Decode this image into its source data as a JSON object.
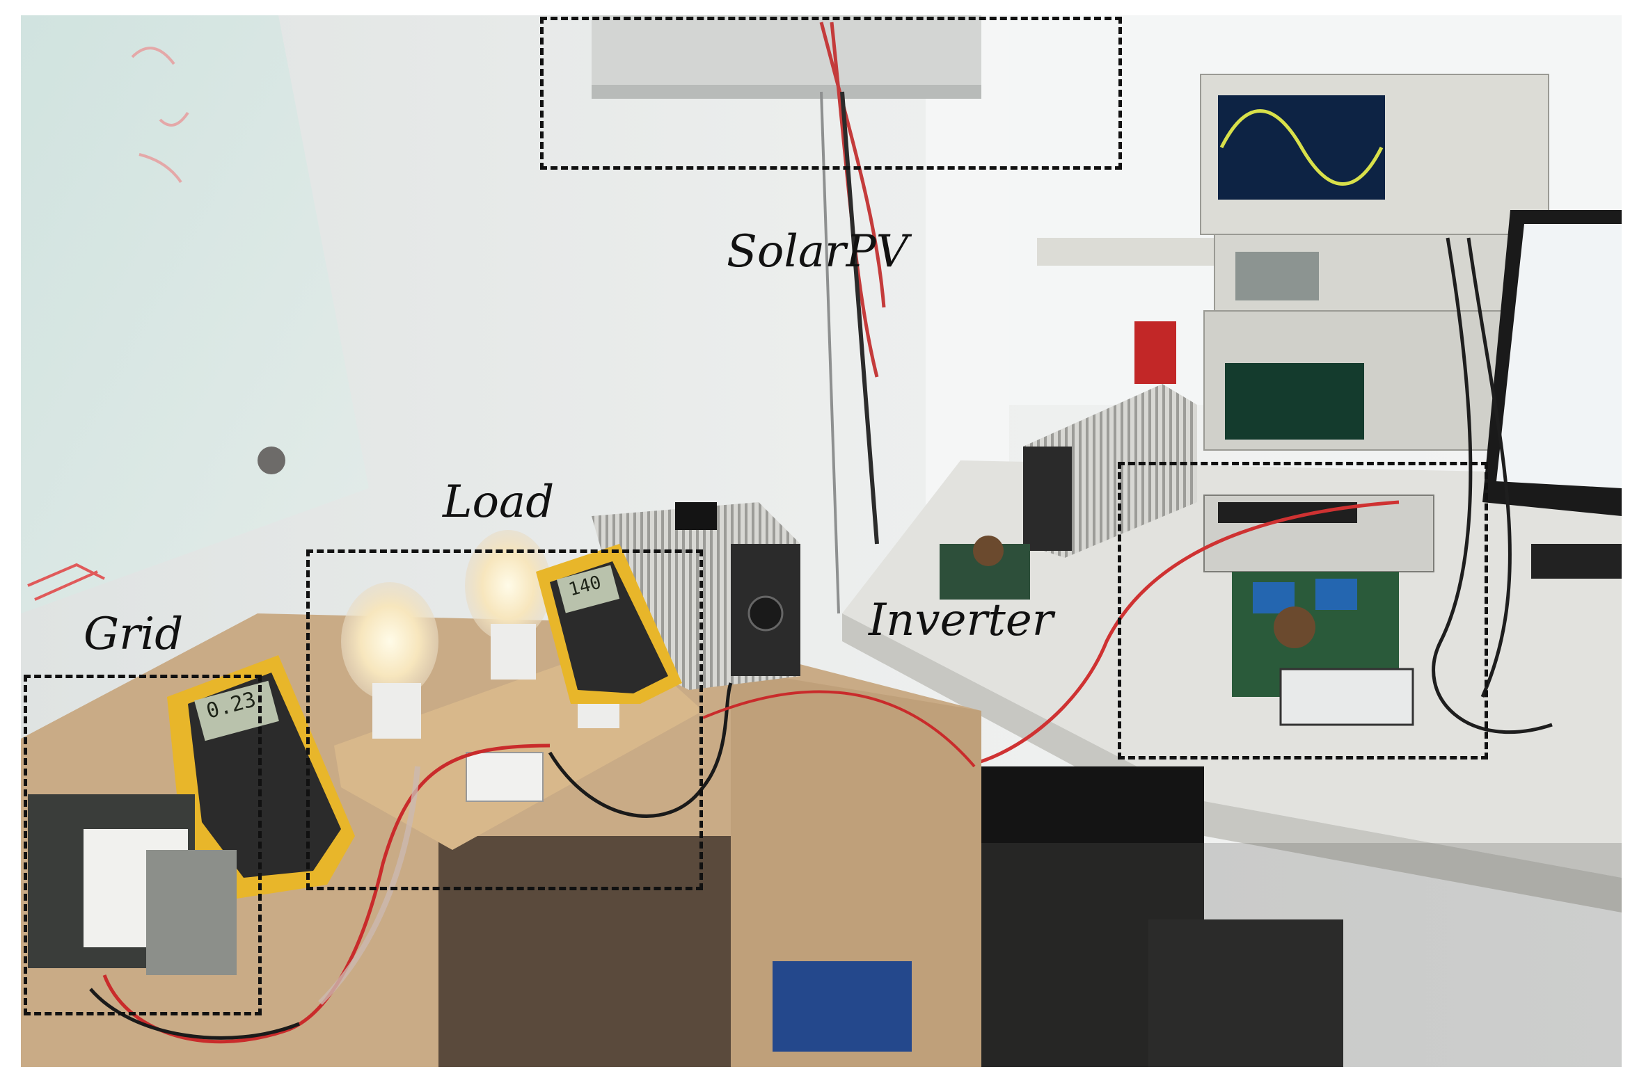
{
  "labels": {
    "solar_pv": "SolarPV",
    "load": "Load",
    "grid": "Grid",
    "inverter": "Inverter"
  },
  "readouts": {
    "multimeter_left": "0.23",
    "multimeter_right": "140"
  },
  "colors": {
    "wall": "#e7e9e8",
    "desk_wood": "#c9ab86",
    "multimeter_yellow": "#e8b62a",
    "bulb_glow": "#fff2c6",
    "box_stroke": "#111111"
  }
}
